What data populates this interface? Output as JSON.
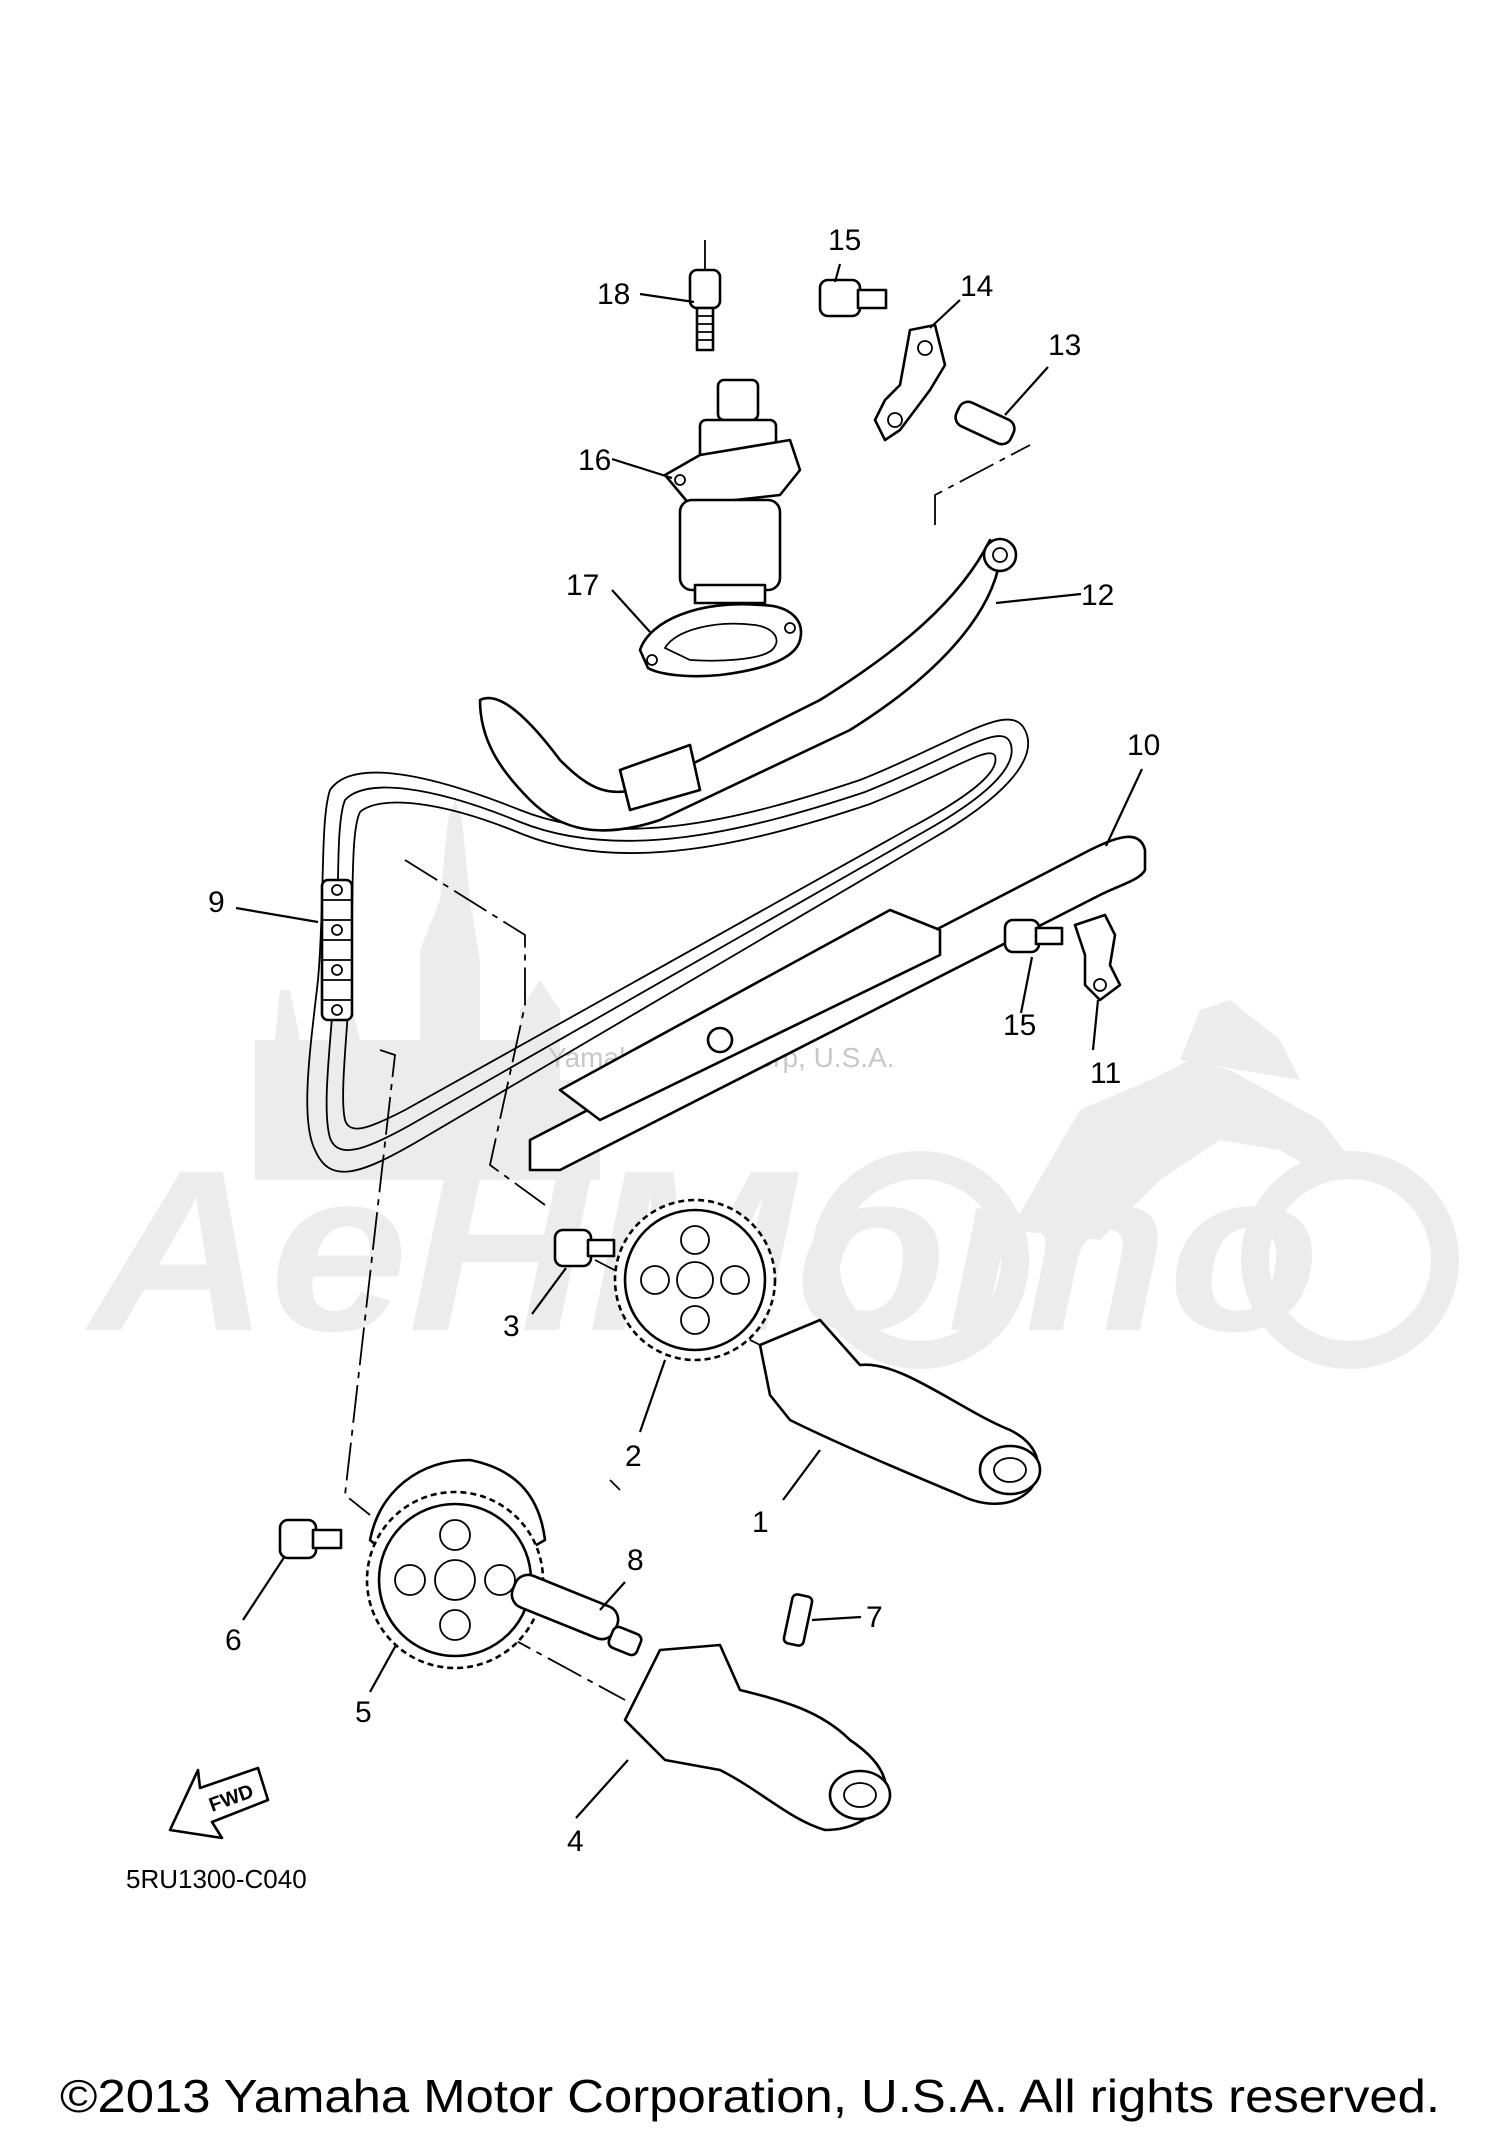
{
  "watermark": {
    "logo_text": "AeHMomo",
    "caption": "Yamaha Motor Corp, U.S.A."
  },
  "diagram": {
    "code": "5RU1300-C040",
    "direction_label": "FWD",
    "callouts": [
      "1",
      "2",
      "3",
      "4",
      "5",
      "6",
      "7",
      "8",
      "9",
      "10",
      "11",
      "12",
      "13",
      "14",
      "15",
      "15",
      "16",
      "17",
      "18"
    ]
  },
  "footer": {
    "copyright": "©2013 Yamaha Motor Corporation, U.S.A. All rights reserved."
  }
}
